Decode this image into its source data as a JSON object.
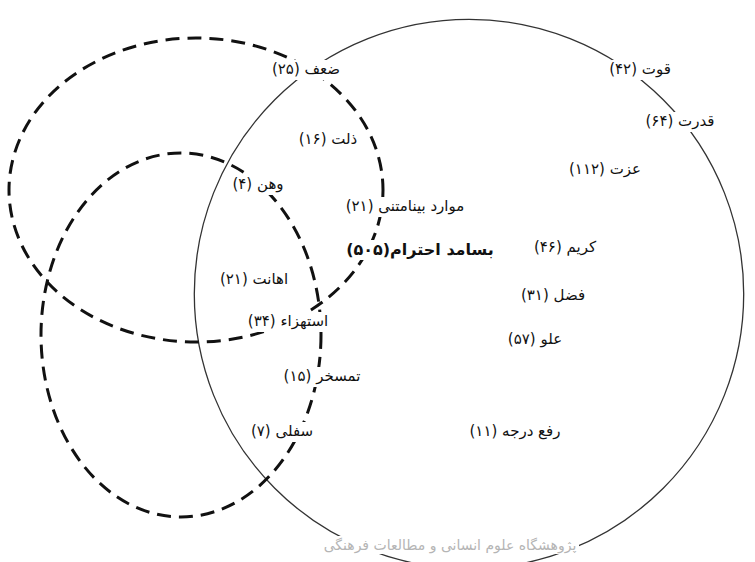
{
  "diagram": {
    "nodes": [
      {
        "text": [
          "قوت (۴۲)",
          "قدرت (۶۴)",
          "عزت (۱۱۲)",
          "موارد بینامتنی (۲۱)",
          "بسامد احترام(۵۰۵)",
          "کریم (۴۶)",
          "فضل (۳۱)",
          "علو (۵۷)",
          "رفع درجه (۱۱)"
        ]
      },
      {
        "text": [
          "ضعف (۲۵)",
          "ذلت (۱۶)",
          "وهن (۴)"
        ]
      },
      {
        "text": [
          "اهانت (۲۱)",
          "استهزاء (۳۴)",
          "تمسخر (۱۵)",
          "سفلی (۷)"
        ]
      }
    ],
    "labels": [
      "پژوهشگاه علوم انسانی و مطالعات فرهنگی"
    ]
  }
}
